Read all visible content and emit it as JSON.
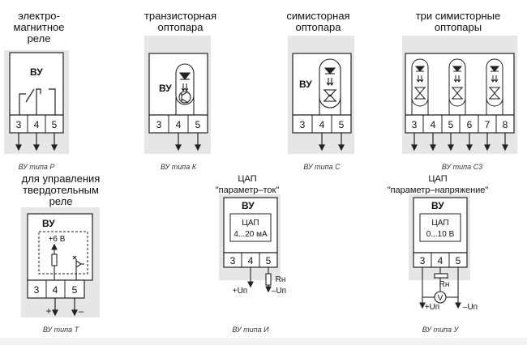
{
  "diagram": {
    "vy_label": "ВУ",
    "panels": [
      {
        "id": "R",
        "header": [
          "электро-",
          "магнитное",
          "реле"
        ],
        "caption": "ВУ типа Р",
        "terminals": [
          "3",
          "4",
          "5"
        ]
      },
      {
        "id": "K",
        "header": [
          "транзисторная",
          "оптопара"
        ],
        "caption": "ВУ типа К",
        "terminals": [
          "3",
          "4",
          "5"
        ]
      },
      {
        "id": "C",
        "header": [
          "симисторная",
          "оптопара"
        ],
        "caption": "ВУ типа С",
        "terminals": [
          "3",
          "4",
          "5"
        ]
      },
      {
        "id": "C3",
        "header": [
          "три симисторные",
          "оптопары"
        ],
        "caption": "ВУ типа С3",
        "terminals": [
          "3",
          "4",
          "5",
          "6",
          "7",
          "8"
        ]
      },
      {
        "id": "T",
        "header": [
          "для управления",
          "твердотельным",
          "реле"
        ],
        "caption": "ВУ типа Т",
        "terminals": [
          "3",
          "4",
          "5"
        ],
        "supply": "+6 В",
        "plus": "+",
        "minus": "–"
      },
      {
        "id": "I",
        "header": [
          "ЦАП",
          "\"параметр–ток\""
        ],
        "caption": "ВУ типа И",
        "terminals": [
          "3",
          "4",
          "5"
        ],
        "dac": "ЦАП",
        "range": "4...20 мА",
        "load": "Rн",
        "up": "+Uп",
        "un": "–Uп"
      },
      {
        "id": "U",
        "header": [
          "ЦАП",
          "\"параметр–напряжение\""
        ],
        "caption": "ВУ типа У",
        "terminals": [
          "3",
          "4",
          "5"
        ],
        "dac": "ЦАП",
        "range": "0...10 В",
        "load": "Rн",
        "voltmeter": "V",
        "up": "+Uп",
        "un": "–Uп"
      }
    ]
  }
}
